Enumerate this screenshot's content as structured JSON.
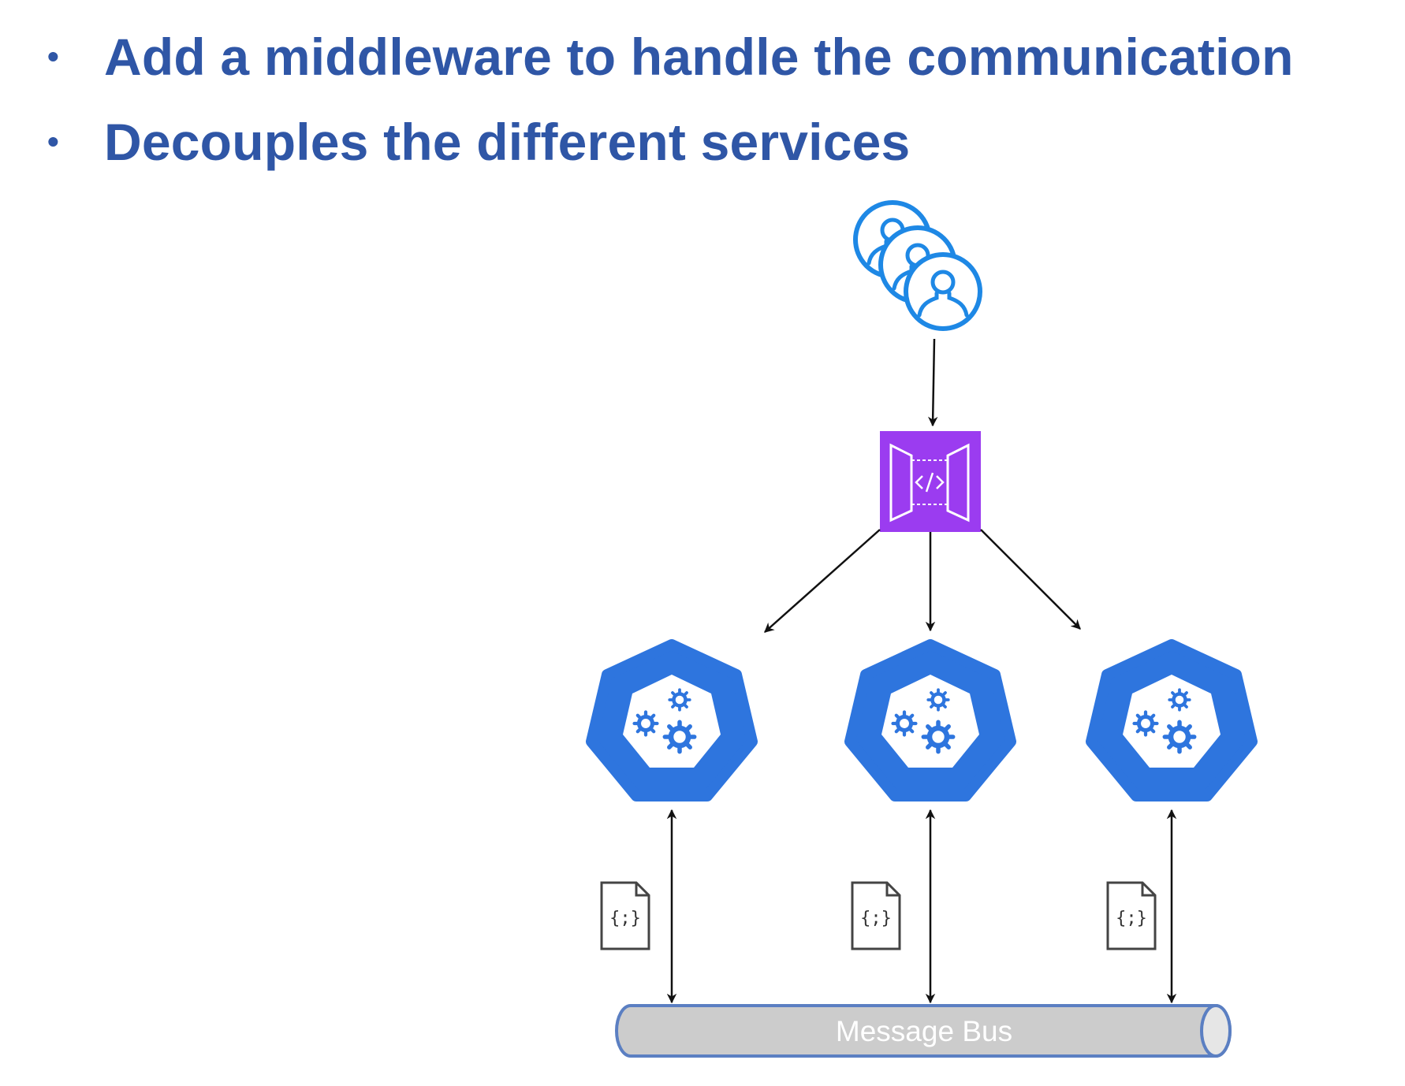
{
  "bullets": [
    {
      "text": "Add a middleware to handle the communication"
    },
    {
      "text": "Decouples the different services"
    }
  ],
  "diagram": {
    "nodes": {
      "users": {
        "icon": "users-group-icon"
      },
      "gateway": {
        "icon": "api-gateway-icon"
      },
      "services": [
        {
          "icon": "kubernetes-service-icon"
        },
        {
          "icon": "kubernetes-service-icon"
        },
        {
          "icon": "kubernetes-service-icon"
        }
      ],
      "messages": [
        {
          "icon": "json-document-icon",
          "glyph": "{;}"
        },
        {
          "icon": "json-document-icon",
          "glyph": "{;}"
        },
        {
          "icon": "json-document-icon",
          "glyph": "{;}"
        }
      ],
      "bus": {
        "label": "Message Bus"
      }
    }
  },
  "colors": {
    "text": "#2f56a6",
    "user_icon": "#1e88e5",
    "gateway": "#9b3cf0",
    "service": "#2e75de",
    "bus_fill": "#cccccc",
    "bus_stroke": "#5b7fc2",
    "arrow": "#111111"
  }
}
